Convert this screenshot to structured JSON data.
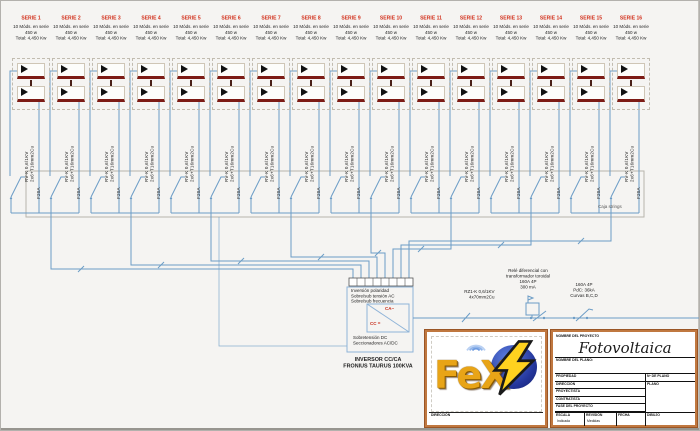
{
  "strings": {
    "items": [
      {
        "label": "SERIE 1"
      },
      {
        "label": "SERIE 2"
      },
      {
        "label": "SERIE 3"
      },
      {
        "label": "SERIE 4"
      },
      {
        "label": "SERIE 5"
      },
      {
        "label": "SERIE 6"
      },
      {
        "label": "SERIE 7"
      },
      {
        "label": "SERIE 8"
      },
      {
        "label": "SERIE 9"
      },
      {
        "label": "SERIE 10"
      },
      {
        "label": "SERIE 11"
      },
      {
        "label": "SERIE 12"
      },
      {
        "label": "SERIE 13"
      },
      {
        "label": "SERIE 14"
      },
      {
        "label": "SERIE 15"
      },
      {
        "label": "SERIE 16"
      }
    ],
    "modules_line": "10 Móds. en serie",
    "power_line": "450 w",
    "total_line": "Total: 4,450 Kw",
    "cable_spec_line1": "RV-K 0,6/1KV",
    "cable_spec_line2": "2x6+T16mm2Cu",
    "fuse_label": "F20A"
  },
  "combiner": {
    "label": "Caja strings"
  },
  "inverter": {
    "terminals": [
      "1",
      "2",
      "3",
      "4",
      "5",
      "6",
      "7",
      "8"
    ],
    "protection_lines": [
      "Inversión polaridad",
      "Sobre/sub tensión AC",
      "Sobre/sub frecuencia"
    ],
    "ac_label": "CA~",
    "dc_label": "CC =",
    "lower_line1": "Sobretensión DC",
    "lower_line2": "Seccionadores AC/DC",
    "caption_line1": "INVERSOR CC/CA",
    "caption_line2": "FRONIUS TAURUS 100KVA"
  },
  "ac_output": {
    "cable_spec_line1": "RZ1-K 0,6/1KV",
    "cable_spec_line2": "4x70mm2Cu",
    "relay_lines": [
      "Relé diferencial con",
      "transformador toroidal",
      "160A 4P",
      "300 mA"
    ],
    "breaker_lines": [
      "160A 4P",
      "PdC: 36kA",
      "Curvas B,C,D"
    ]
  },
  "logo": {
    "text": "FeX",
    "footer": "DIRECCIÓN"
  },
  "title_block": {
    "project_label": "NOMBRE DEL PROYECTO",
    "project_name": "Fotovoltaica",
    "plan_label": "NOMBRE DEL PLANO:",
    "rows": [
      "PROPIEDAD",
      "DIRECCIÓN",
      "PROYECTISTA",
      "CONTRATISTA",
      "FASE DEL PROYECTO"
    ],
    "plan_no_label": "Nº DE PLANO",
    "plano_label": "PLANO",
    "escala_label": "ESCALA",
    "escala_value": "Indicada",
    "revision_label": "REVISIÓN",
    "revision_value": "Medidas",
    "fecha_label": "FECHA",
    "dibujo_label": "DIBUJO"
  },
  "colors": {
    "wire": "#6b9cc6",
    "serie_red": "#d2301c",
    "panel_border": "#c07840"
  }
}
